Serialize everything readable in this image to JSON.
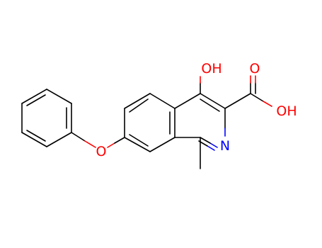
{
  "molecule": {
    "atom_labels": {
      "hydroxyl": "OH",
      "carbonyl_oxygen": "O",
      "acid_hydroxyl": "OH",
      "ring_nitrogen": "N",
      "ether_oxygen": "O"
    },
    "colors": {
      "carbon_bond": "#000000",
      "oxygen": "#ff0000",
      "nitrogen": "#0000ff"
    }
  }
}
